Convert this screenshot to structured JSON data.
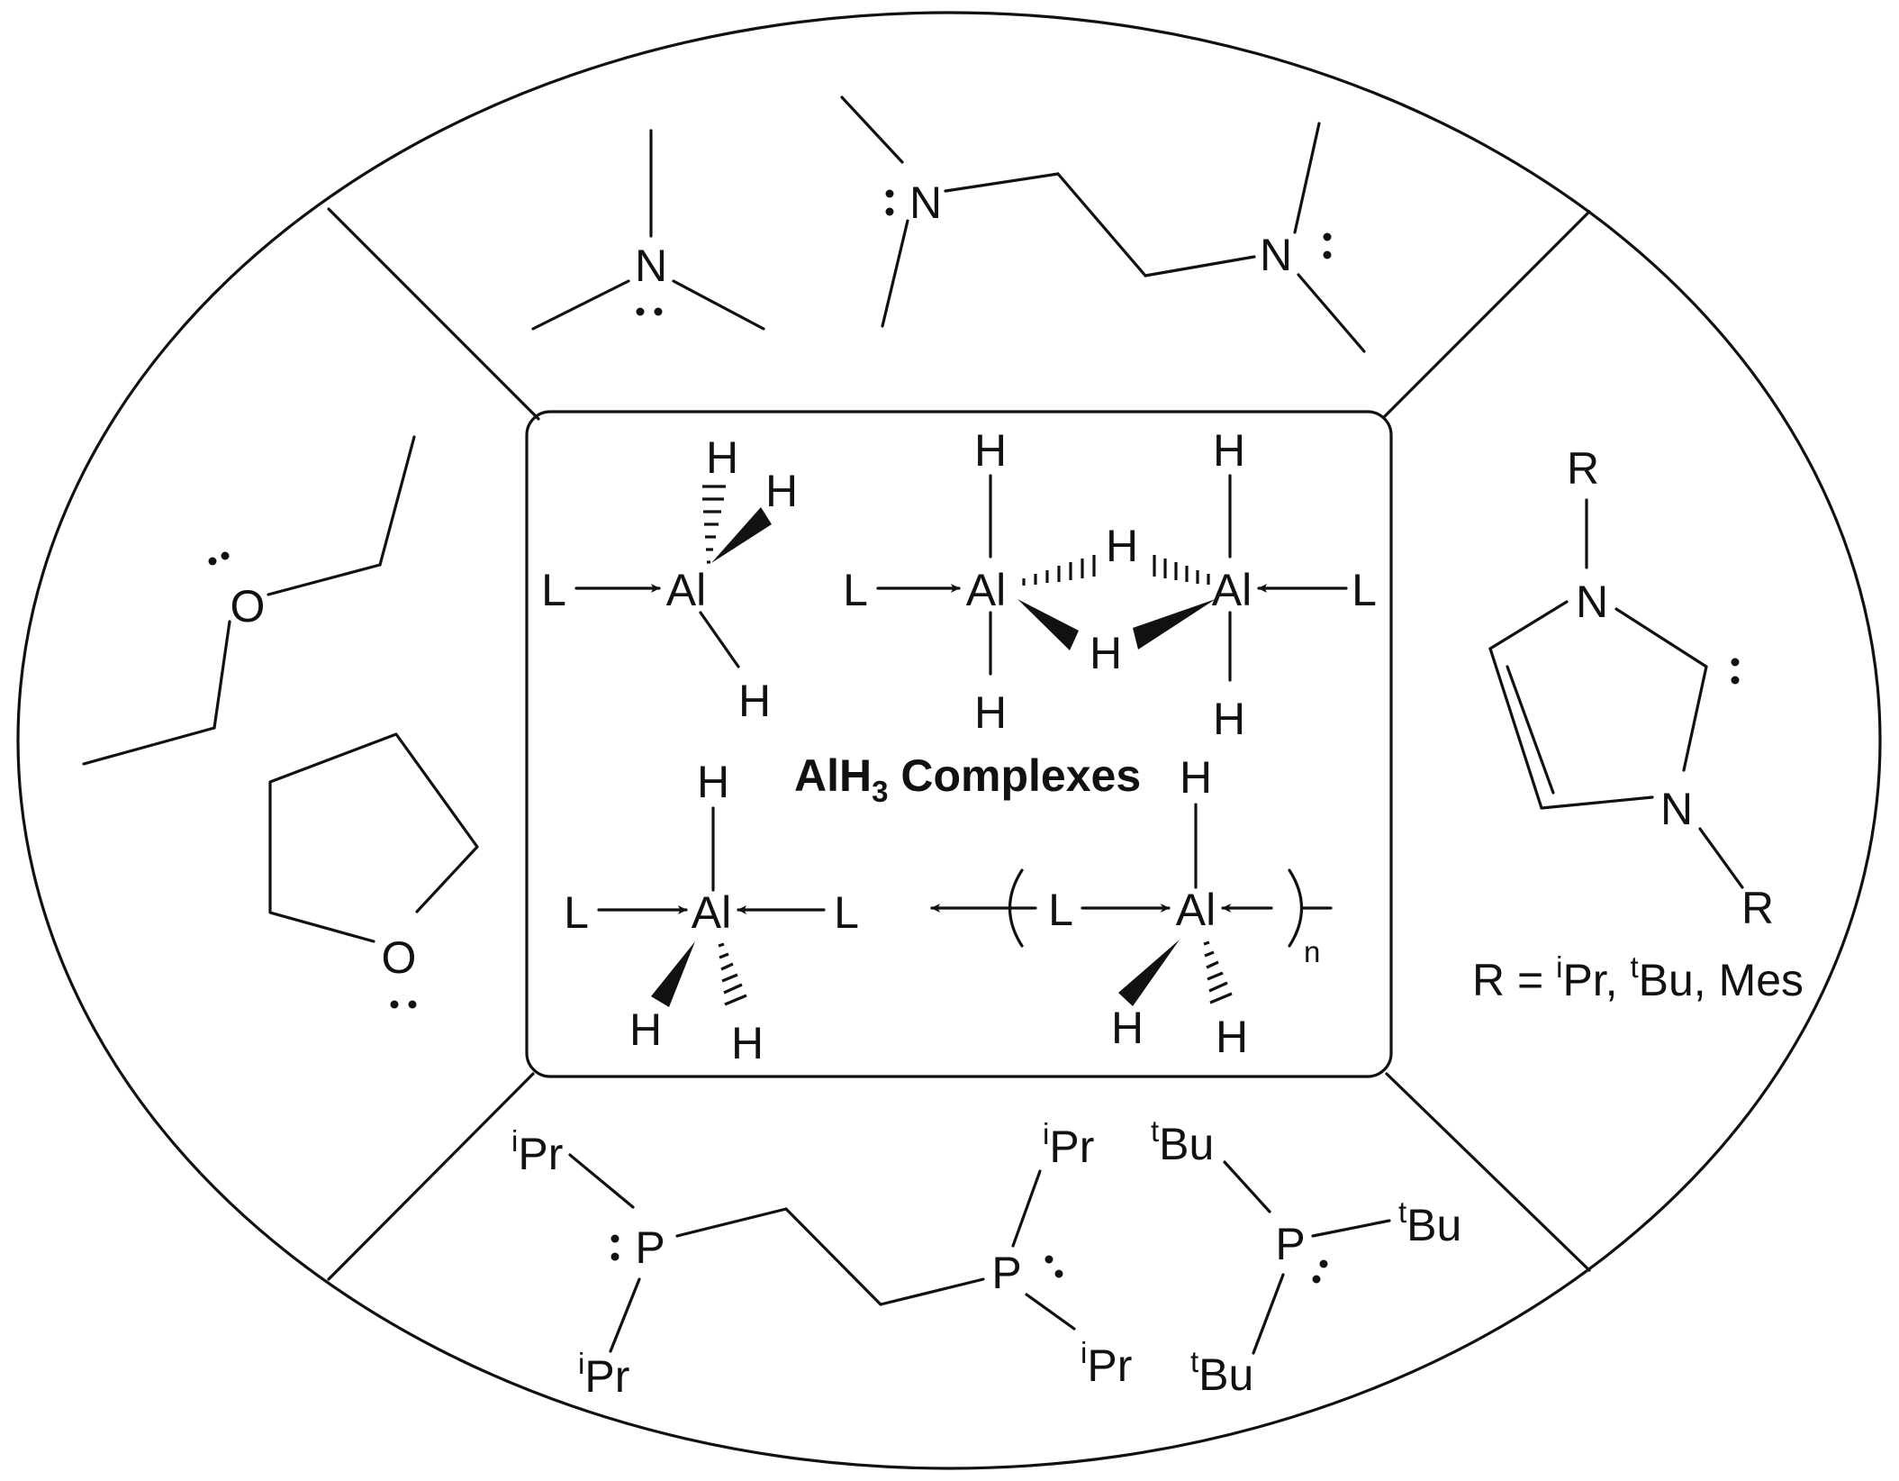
{
  "center_title": "AlH",
  "center_title_sub": "3",
  "center_title_rest": " Complexes",
  "atoms": {
    "L": "L",
    "Al": "Al",
    "H": "H",
    "N": "N",
    "O": "O",
    "P": "P",
    "R": "R",
    "n": "n"
  },
  "sup_i": "i",
  "sup_t": "t",
  "pr": "Pr",
  "bu": "Bu",
  "r_def": {
    "prefix": "R = ",
    "pr": "Pr, ",
    "bu": "Bu, Mes"
  }
}
